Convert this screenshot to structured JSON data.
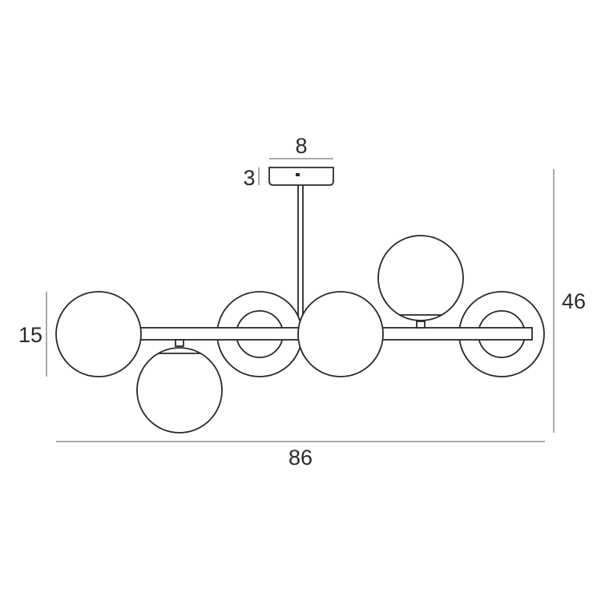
{
  "diagram": {
    "subject": "ceiling pendant lamp with six glass globes",
    "dimensions": {
      "canopy_width": "8",
      "canopy_height": "3",
      "globe_diameter": "15",
      "total_height": "46",
      "total_width": "86"
    },
    "colors": {
      "line": "#2a2a2a",
      "dimension_line": "#555555",
      "background": "#ffffff"
    }
  }
}
